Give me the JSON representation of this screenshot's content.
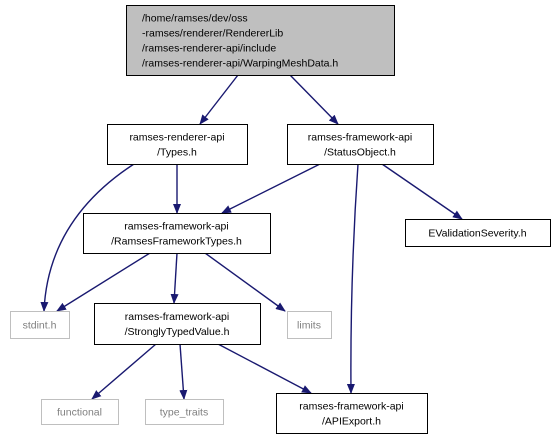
{
  "graph": {
    "nodes": [
      {
        "id": "root",
        "lines": [
          "/home/ramses/dev/oss",
          "-ramses/renderer/RendererLib",
          "/ramses-renderer-api/include",
          "/ramses-renderer-api/WarpingMeshData.h"
        ],
        "style": "root"
      },
      {
        "id": "types",
        "lines": [
          "ramses-renderer-api",
          "/Types.h"
        ],
        "style": "normal"
      },
      {
        "id": "status",
        "lines": [
          "ramses-framework-api",
          "/StatusObject.h"
        ],
        "style": "normal"
      },
      {
        "id": "rft",
        "lines": [
          "ramses-framework-api",
          "/RamsesFrameworkTypes.h"
        ],
        "style": "normal"
      },
      {
        "id": "evs",
        "lines": [
          "EValidationSeverity.h"
        ],
        "style": "normal"
      },
      {
        "id": "stdint",
        "lines": [
          "stdint.h"
        ],
        "style": "external"
      },
      {
        "id": "stv",
        "lines": [
          "ramses-framework-api",
          "/StronglyTypedValue.h"
        ],
        "style": "normal"
      },
      {
        "id": "limits",
        "lines": [
          "limits"
        ],
        "style": "external"
      },
      {
        "id": "functional",
        "lines": [
          "functional"
        ],
        "style": "external"
      },
      {
        "id": "typetraits",
        "lines": [
          "type_traits"
        ],
        "style": "external"
      },
      {
        "id": "apiexport",
        "lines": [
          "ramses-framework-api",
          "/APIExport.h"
        ],
        "style": "normal"
      }
    ],
    "edges": [
      {
        "from": "root",
        "to": "types"
      },
      {
        "from": "root",
        "to": "status"
      },
      {
        "from": "types",
        "to": "stdint"
      },
      {
        "from": "types",
        "to": "rft"
      },
      {
        "from": "status",
        "to": "rft"
      },
      {
        "from": "status",
        "to": "evs"
      },
      {
        "from": "status",
        "to": "apiexport"
      },
      {
        "from": "rft",
        "to": "stdint"
      },
      {
        "from": "rft",
        "to": "stv"
      },
      {
        "from": "rft",
        "to": "limits"
      },
      {
        "from": "stv",
        "to": "functional"
      },
      {
        "from": "stv",
        "to": "typetraits"
      },
      {
        "from": "stv",
        "to": "apiexport"
      }
    ],
    "colors": {
      "edge": "#191970",
      "root_fill": "#bfbfbf",
      "node_border": "#000000",
      "external_border": "#bfbfbf",
      "external_text": "#7f7f7f"
    }
  }
}
